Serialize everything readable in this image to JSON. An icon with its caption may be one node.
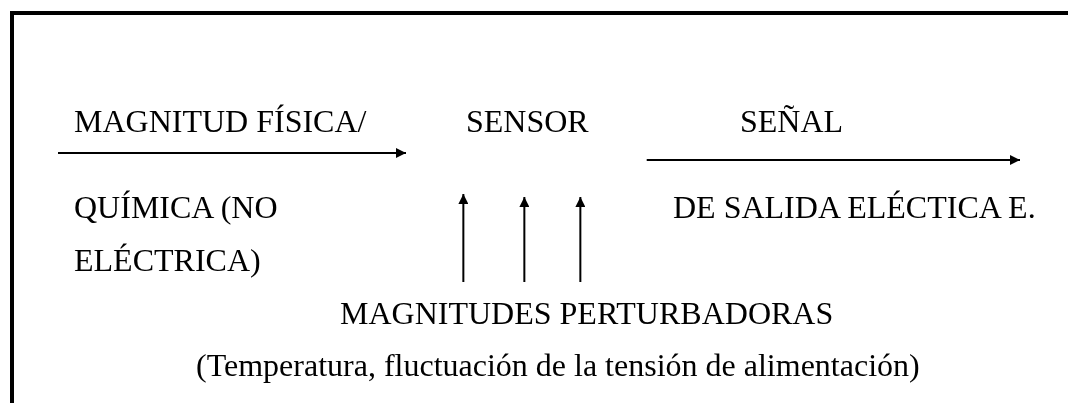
{
  "diagram": {
    "nodes": [
      {
        "text": [
          "SENSOR"
        ]
      },
      {
        "text": [
          "MAGNITUDES PERTURBADORAS"
        ],
        "beside": [
          "(Temperatura, fluctuación de la tensión de alimentación)"
        ]
      }
    ],
    "edges": [
      {
        "from": null,
        "to": 0,
        "arrow": "to"
      },
      {
        "from": 0,
        "to": null,
        "arrow": "to"
      },
      {
        "from": 1,
        "to": 0,
        "arrow": "to"
      },
      {
        "from": 1,
        "to": 0,
        "arrow": "to"
      },
      {
        "from": 1,
        "to": 0,
        "arrow": "to"
      }
    ],
    "labels": [
      "MAGNITUD FÍSICA/",
      "SEÑAL",
      "QUÍMICA (NO",
      "DE SALIDA ELÉCTICA E.",
      "ELÉCTRICA)"
    ]
  }
}
